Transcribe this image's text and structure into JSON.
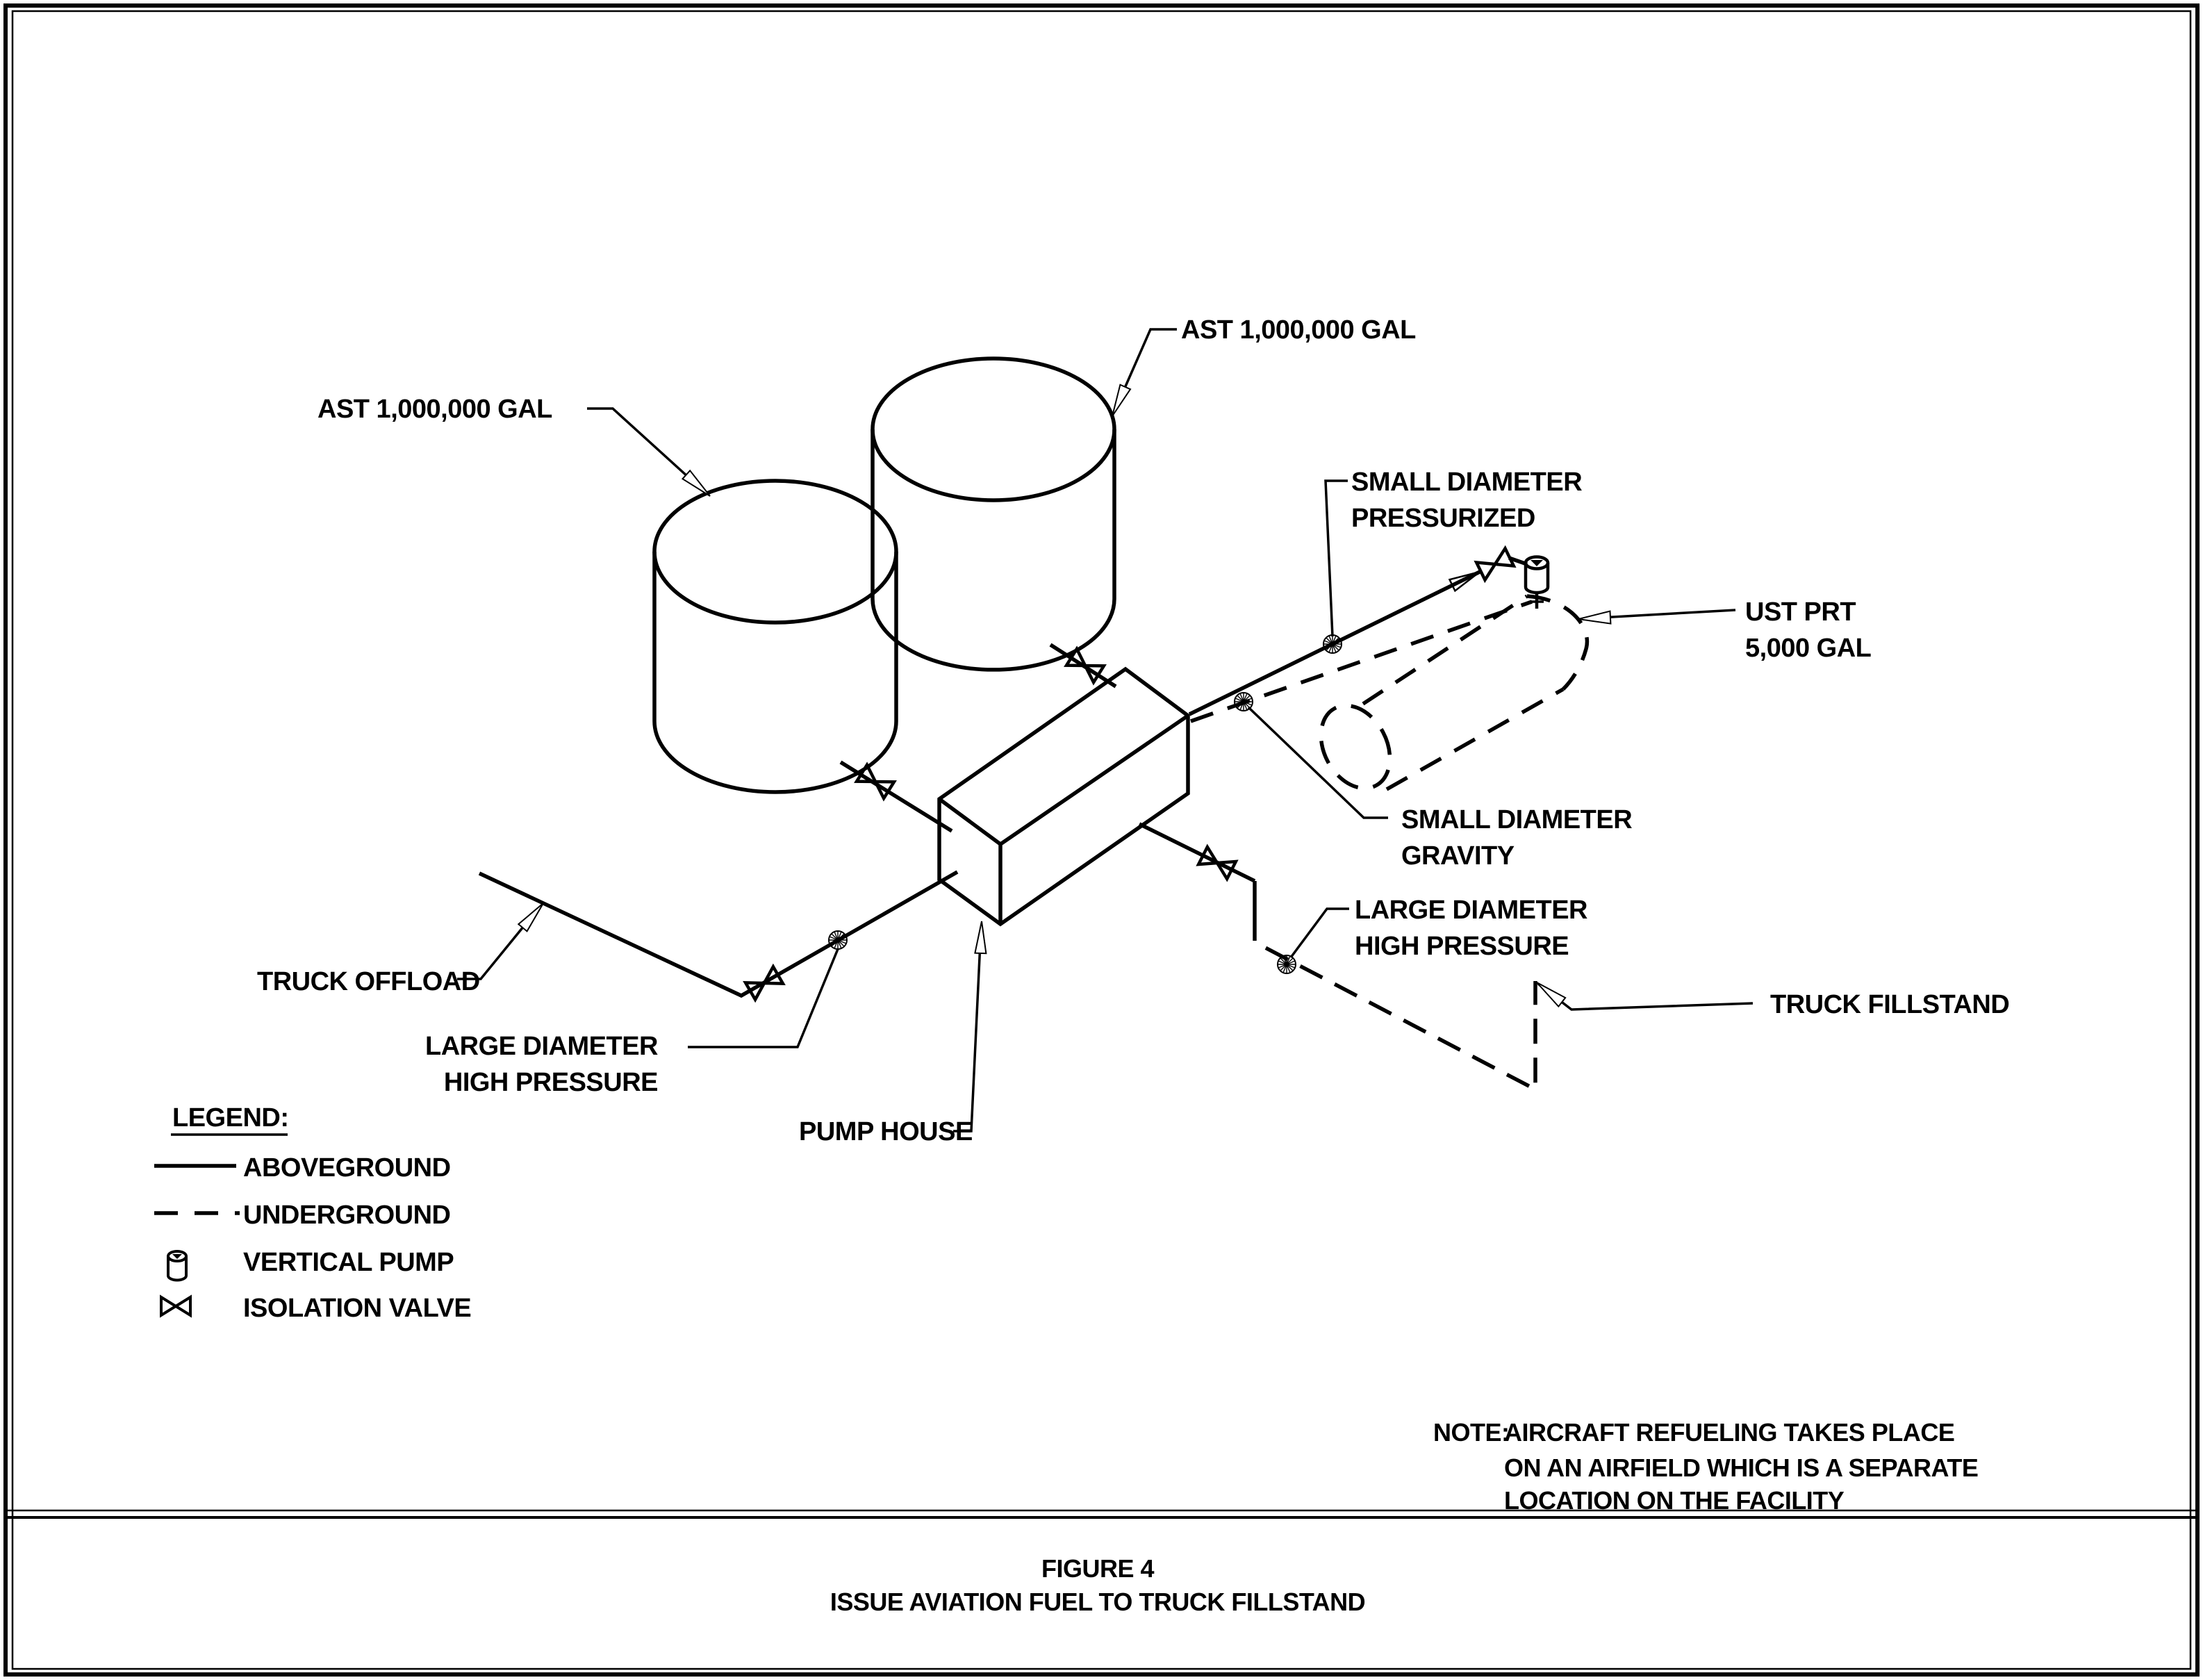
{
  "page": {
    "caption_line1": "FIGURE 4",
    "caption_line2": "ISSUE AVIATION FUEL TO TRUCK FILLSTAND"
  },
  "note": {
    "heading": "NOTE:",
    "lines": [
      "AIRCRAFT REFUELING TAKES PLACE",
      "ON AN AIRFIELD WHICH IS A SEPARATE",
      "LOCATION ON THE FACILITY"
    ]
  },
  "legend": {
    "heading": "LEGEND:",
    "items": [
      {
        "symbol": "solid-line",
        "label": "ABOVEGROUND"
      },
      {
        "symbol": "dashed-line",
        "label": "UNDERGROUND"
      },
      {
        "symbol": "vertical-pump-icon",
        "label": "VERTICAL PUMP"
      },
      {
        "symbol": "isolation-valve-icon",
        "label": "ISOLATION VALVE"
      }
    ]
  },
  "labels": {
    "ast_left": "AST 1,000,000 GAL",
    "ast_right": "AST 1,000,000 GAL",
    "small_pressurized": [
      "SMALL DIAMETER",
      "PRESSURIZED"
    ],
    "ust": [
      "UST PRT",
      "5,000 GAL"
    ],
    "small_gravity": [
      "SMALL DIAMETER",
      "GRAVITY"
    ],
    "large_hp_right": [
      "LARGE DIAMETER",
      "HIGH PRESSURE"
    ],
    "truck_fillstand": "TRUCK FILLSTAND",
    "truck_offload": "TRUCK OFFLOAD",
    "large_hp_left": [
      "LARGE DIAMETER",
      "HIGH PRESSURE"
    ],
    "pump_house": "PUMP HOUSE"
  },
  "colors": {
    "ink": "#000000",
    "paper": "#ffffff"
  }
}
